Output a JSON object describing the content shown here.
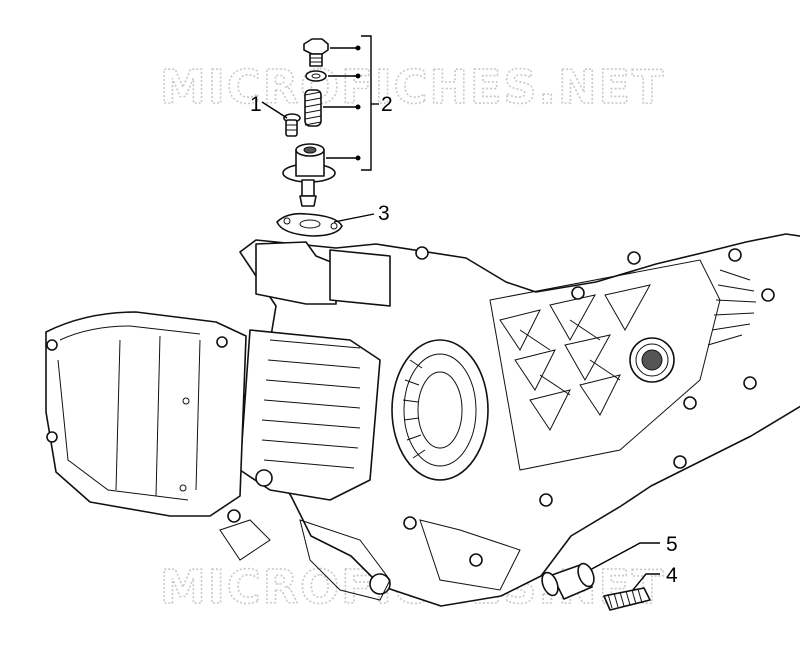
{
  "watermark": {
    "top": "MICROFICHES.NET",
    "bottom": "MICROFICHES.NET"
  },
  "callouts": [
    {
      "id": "1",
      "label": "1"
    },
    {
      "id": "2",
      "label": "2"
    },
    {
      "id": "3",
      "label": "3"
    },
    {
      "id": "4",
      "label": "4"
    },
    {
      "id": "5",
      "label": "5"
    }
  ]
}
